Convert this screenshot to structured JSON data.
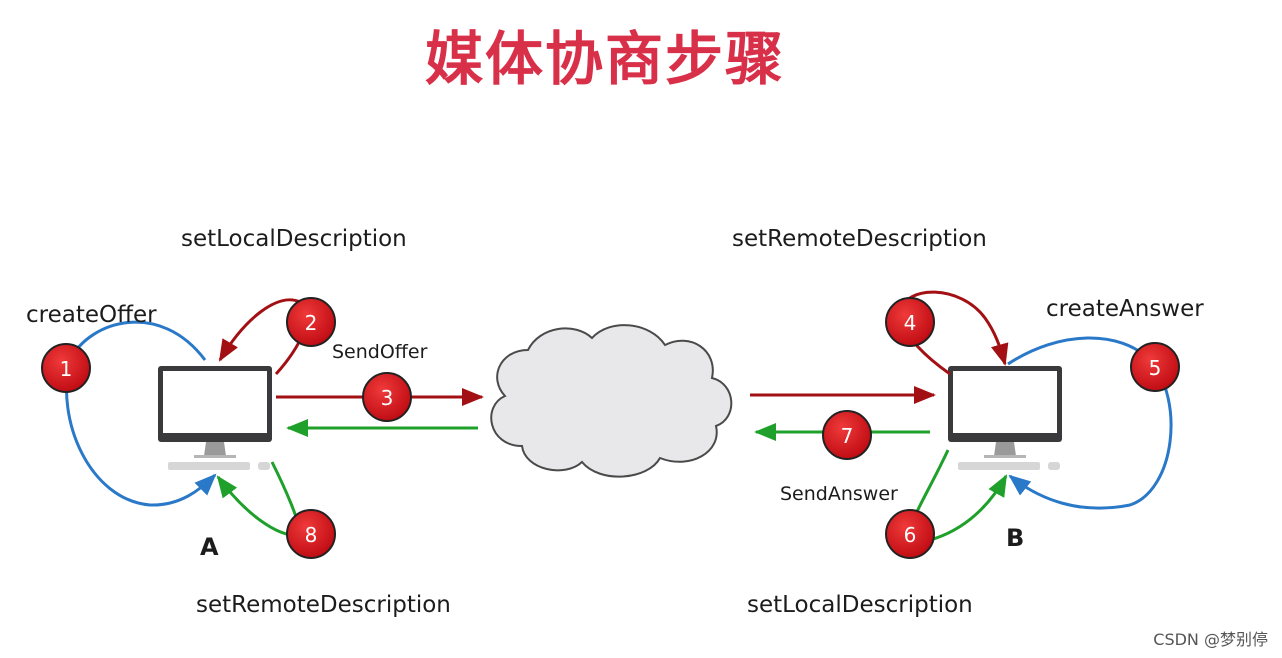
{
  "title": "媒体协商步骤",
  "labels": {
    "set_local_top": "setLocalDescription",
    "set_remote_top": "setRemoteDescription",
    "create_offer": "createOffer",
    "send_offer": "SendOffer",
    "create_answer": "createAnswer",
    "send_answer": "SendAnswer",
    "set_remote_bottom": "setRemoteDescription",
    "set_local_bottom": "setLocalDescription",
    "node_a": "A",
    "node_b": "B"
  },
  "steps": [
    "1",
    "2",
    "3",
    "4",
    "5",
    "6",
    "7",
    "8"
  ],
  "colors": {
    "title": "#d9304a",
    "badge": "#d4121c",
    "dark_red_arrow": "#a31014",
    "green_arrow": "#1fa02a",
    "blue_arrow": "#2a78c8",
    "cloud_fill": "#e8e8ea"
  },
  "watermark": "CSDN @梦别停"
}
